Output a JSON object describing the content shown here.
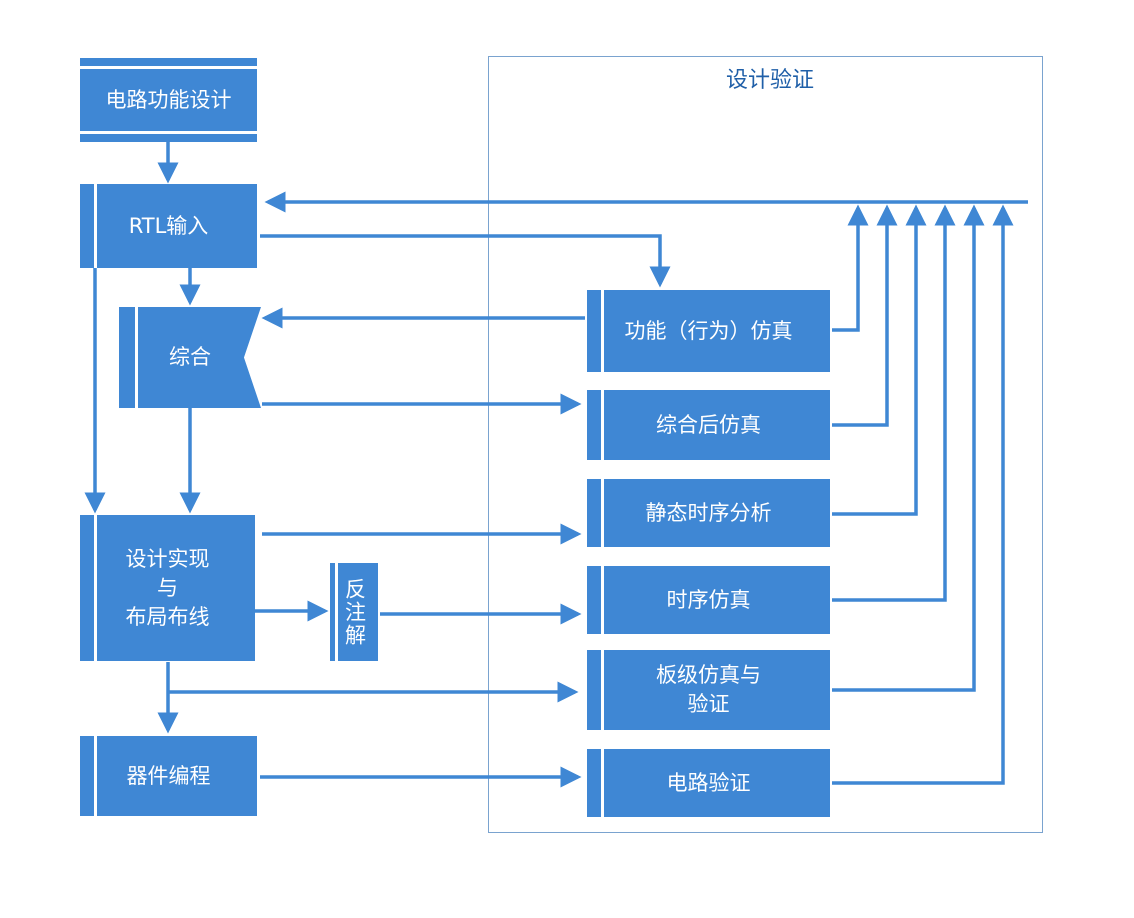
{
  "panel": {
    "title": "设计验证"
  },
  "flow": {
    "circuit_design": "电路功能设计",
    "rtl_input": "RTL输入",
    "synthesis": "综合",
    "implementation": "设计实现\n与\n布局布线",
    "back_annotation": "反注解",
    "device_programming": "器件编程"
  },
  "verification": {
    "functional_sim": "功能（行为）仿真",
    "post_synth_sim": "综合后仿真",
    "static_timing": "静态时序分析",
    "timing_sim": "时序仿真",
    "board_sim": "板级仿真与\n验证",
    "circuit_verify": "电路验证"
  },
  "colors": {
    "box_fill": "#3f87d4",
    "line": "#3f87d4",
    "panel_border": "#7aa3cf",
    "title_text": "#1f5fa8"
  }
}
